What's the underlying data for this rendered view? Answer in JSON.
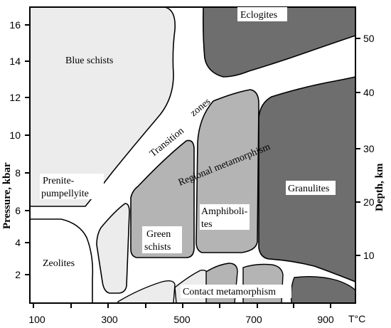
{
  "axes": {
    "left_title": "Pressure, kbar",
    "right_title": "Depth, km",
    "x_unit": "T°C",
    "x_ticks": [
      "100",
      "300",
      "500",
      "700",
      "900"
    ],
    "left_ticks": [
      "2",
      "4",
      "6",
      "8",
      "10",
      "12",
      "14",
      "16"
    ],
    "right_ticks": [
      "10",
      "20",
      "30",
      "40",
      "50"
    ]
  },
  "zones": {
    "blue_schists": "Blue schists",
    "eclogites": "Eclogites",
    "transition": "Transition",
    "zones_word": "zones",
    "regional": "Regional metamorphism",
    "prenite_1": "Prenite-",
    "prenite_2": "pumpellyite",
    "granulites": "Granulites",
    "amphibolites_1": "Amphiboli-",
    "amphibolites_2": "tes",
    "green_1": "Green",
    "green_2": "schists",
    "zeolites": "Zeolites",
    "contact": "Contact metamorphism"
  },
  "colors": {
    "light": "#ececec",
    "medium": "#b4b4b4",
    "dark": "#6e6e6e",
    "stroke": "#000000"
  }
}
